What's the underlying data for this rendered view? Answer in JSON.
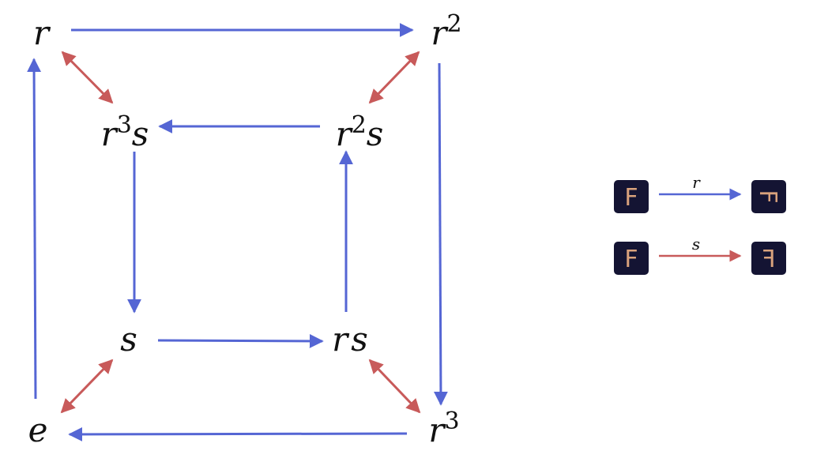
{
  "diagram": {
    "nodes": [
      {
        "id": "r",
        "base": "r",
        "exp": "",
        "tail": ""
      },
      {
        "id": "r2",
        "base": "r",
        "exp": "2",
        "tail": ""
      },
      {
        "id": "r3s",
        "base": "r",
        "exp": "3",
        "tail": "s"
      },
      {
        "id": "r2s",
        "base": "r",
        "exp": "2",
        "tail": "s"
      },
      {
        "id": "s",
        "base": "s",
        "exp": "",
        "tail": ""
      },
      {
        "id": "rs",
        "base": "r",
        "exp": "",
        "tail": "s"
      },
      {
        "id": "e",
        "base": "e",
        "exp": "",
        "tail": ""
      },
      {
        "id": "r3",
        "base": "r",
        "exp": "3",
        "tail": ""
      }
    ],
    "edges": [
      {
        "from": "r",
        "to": "r2",
        "kind": "r"
      },
      {
        "from": "r2",
        "to": "r3",
        "kind": "r"
      },
      {
        "from": "r3",
        "to": "e",
        "kind": "r"
      },
      {
        "from": "e",
        "to": "r",
        "kind": "r"
      },
      {
        "from": "r2s",
        "to": "r3s",
        "kind": "r"
      },
      {
        "from": "r3s",
        "to": "s",
        "kind": "r"
      },
      {
        "from": "s",
        "to": "rs",
        "kind": "r"
      },
      {
        "from": "rs",
        "to": "r2s",
        "kind": "r"
      },
      {
        "from": "r",
        "to": "r3s",
        "kind": "s"
      },
      {
        "from": "r2",
        "to": "r2s",
        "kind": "s"
      },
      {
        "from": "s",
        "to": "e",
        "kind": "s"
      },
      {
        "from": "rs",
        "to": "r3",
        "kind": "s"
      }
    ]
  },
  "legend": {
    "items": [
      {
        "label": "r",
        "kind": "r",
        "tile_letter": "F"
      },
      {
        "label": "s",
        "kind": "s",
        "tile_letter": "F"
      }
    ]
  },
  "colors": {
    "r_arrow": "#5566d4",
    "s_arrow": "#c85a5a",
    "tile_bg": "#141433",
    "tile_letter": "#d9a27c",
    "text": "#111111"
  }
}
